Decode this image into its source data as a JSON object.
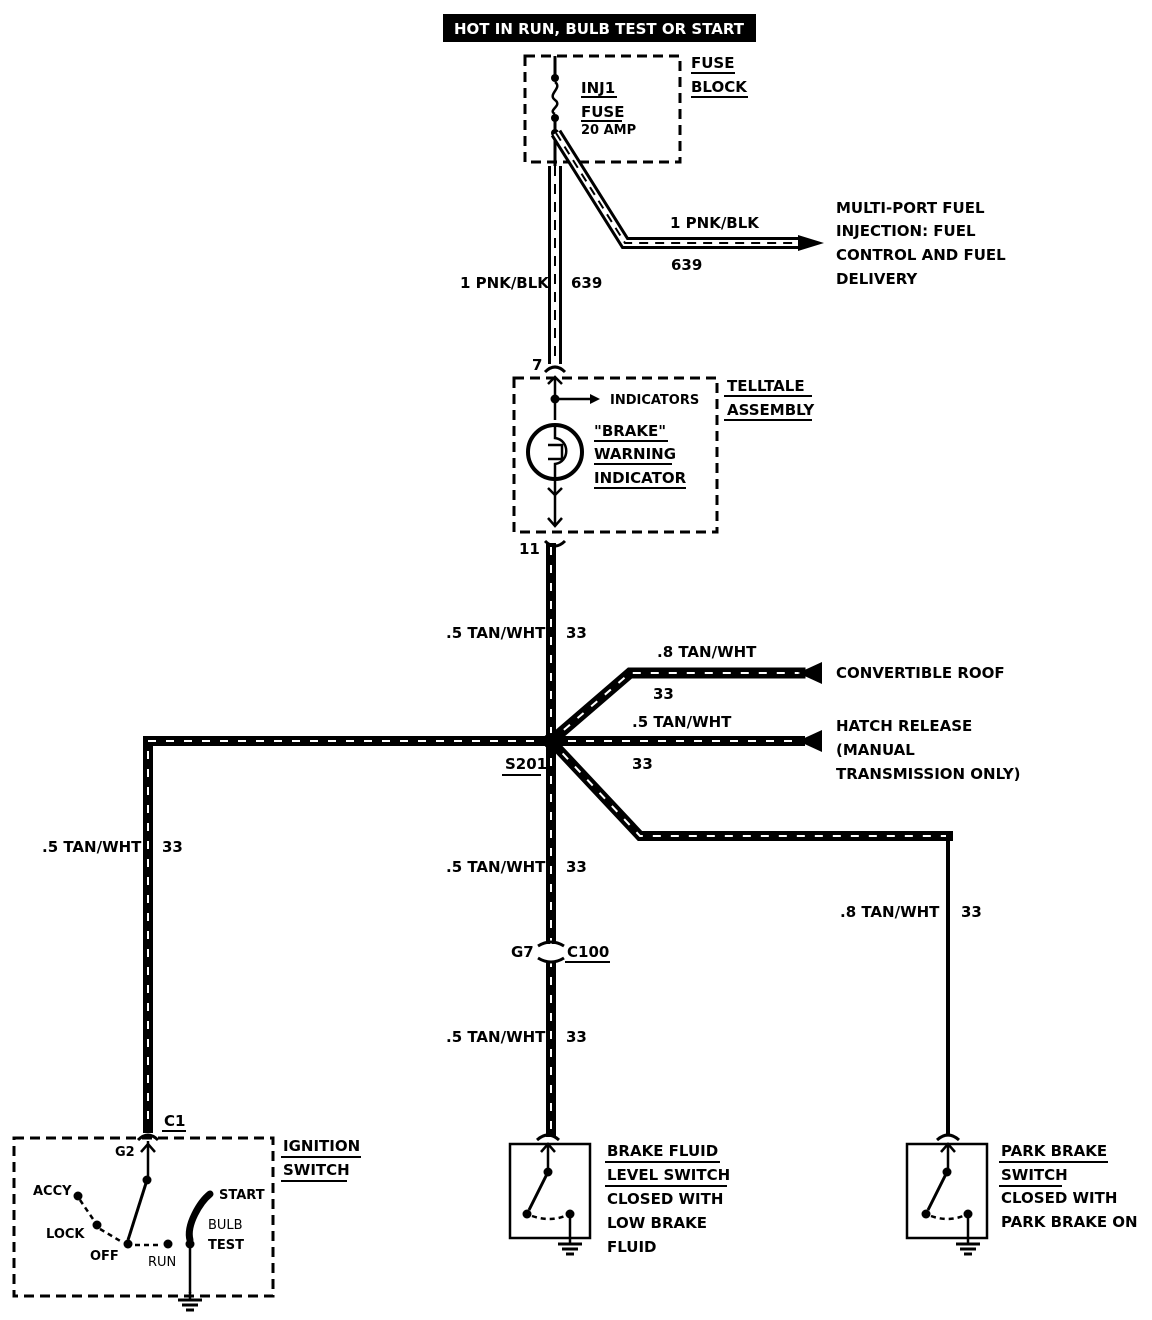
{
  "header": {
    "label": "HOT IN RUN, BULB TEST OR START"
  },
  "fuse_block": {
    "title_line1": "FUSE",
    "title_line2": "BLOCK",
    "fuse_name": "INJ1",
    "fuse_word": "FUSE",
    "fuse_rating": "20  AMP"
  },
  "wires": {
    "main_feed_label": "1 PNK/BLK",
    "main_feed_circuit": "639",
    "mpfi_feed_label": "1 PNK/BLK",
    "mpfi_feed_circuit": "639",
    "telltale_out_label": ".5 TAN/WHT",
    "telltale_out_circuit": "33",
    "conv_roof_label": ".8 TAN/WHT",
    "conv_roof_circuit": "33",
    "hatch_label": ".5 TAN/WHT",
    "hatch_circuit": "33",
    "left_label": ".5 TAN/WHT",
    "left_circuit": "33",
    "center_upper_label": ".5 TAN/WHT",
    "center_upper_circuit": "33",
    "center_lower_label": ".5 TAN/WHT",
    "center_lower_circuit": "33",
    "park_label": ".8 TAN/WHT",
    "park_circuit": "33"
  },
  "mpfi": {
    "line1": "MULTI-PORT FUEL",
    "line2": "INJECTION:  FUEL",
    "line3": "CONTROL AND FUEL",
    "line4": "DELIVERY"
  },
  "telltale": {
    "title_line1": "TELLTALE",
    "title_line2": "ASSEMBLY",
    "indicators": "INDICATORS",
    "brake_line1": "\"BRAKE\"",
    "brake_line2": "WARNING",
    "brake_line3": "INDICATOR",
    "pin_in": "7",
    "pin_out": "11"
  },
  "destinations": {
    "convertible_roof": "CONVERTIBLE ROOF",
    "hatch_line1": "HATCH RELEASE",
    "hatch_line2": "(MANUAL",
    "hatch_line3": "TRANSMISSION ONLY)"
  },
  "splice": {
    "name": "S201"
  },
  "connector_c100": {
    "pin": "G7",
    "name": "C100"
  },
  "ignition": {
    "connector": "C1",
    "pin": "G2",
    "title_line1": "IGNITION",
    "title_line2": "SWITCH",
    "accy": "ACCY",
    "lock": "LOCK",
    "off": "OFF",
    "run": "RUN",
    "start": "START",
    "bulb": "BULB",
    "test": "TEST"
  },
  "brake_fluid_switch": {
    "line1": "BRAKE FLUID",
    "line2": "LEVEL SWITCH",
    "line3": "CLOSED WITH",
    "line4": "LOW BRAKE",
    "line5": "FLUID"
  },
  "park_brake_switch": {
    "line1": "PARK BRAKE",
    "line2": "SWITCH",
    "line3": "CLOSED WITH",
    "line4": "PARK BRAKE ON"
  }
}
